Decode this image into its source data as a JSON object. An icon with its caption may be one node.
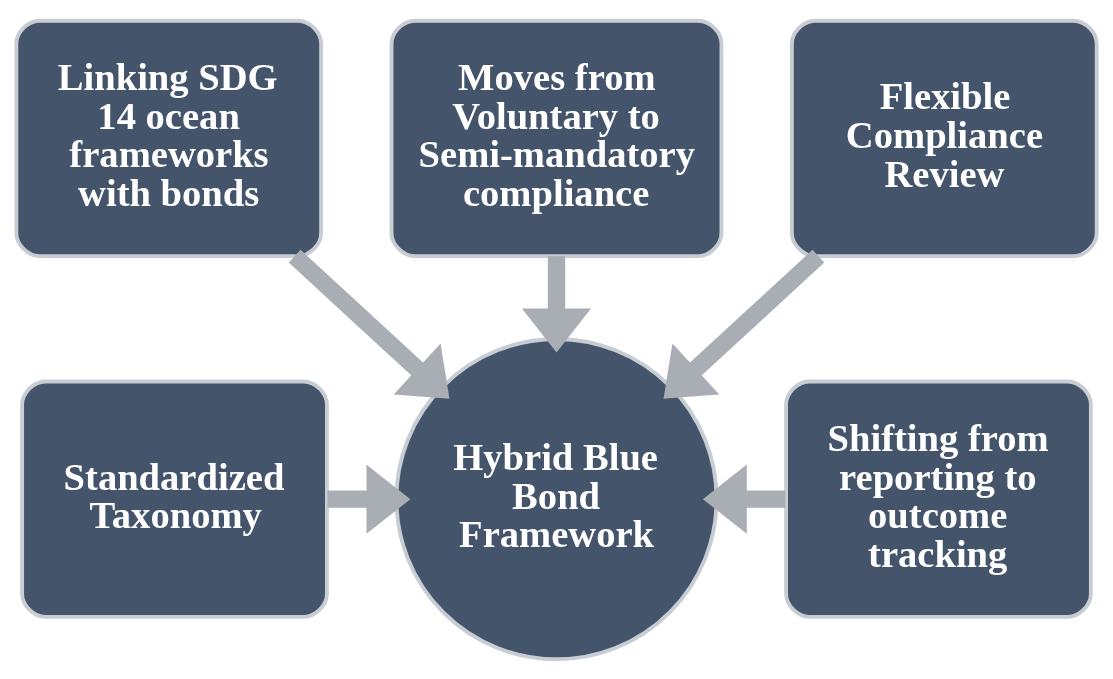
{
  "diagram": {
    "nodes": [
      {
        "text": [
          "Moves from Voluntary to Semi-mandatory compliance"
        ]
      },
      {
        "text": [
          "Linking SDG 14 ocean frameworks with bonds"
        ]
      },
      {
        "text": [
          "Flexible Compliance Review"
        ]
      },
      {
        "text": [
          "Standardized Taxonomy"
        ]
      },
      {
        "text": [
          "Hybrid Blue Bond Framework"
        ]
      },
      {
        "text": [
          "Shifting from reporting to outcome tracking"
        ]
      }
    ],
    "edges": [
      {
        "from": 0,
        "to": 4,
        "arrow": "to"
      },
      {
        "from": 1,
        "to": 4,
        "arrow": "to"
      },
      {
        "from": 2,
        "to": 4,
        "arrow": "to"
      },
      {
        "from": 3,
        "to": 4,
        "arrow": "to"
      },
      {
        "from": 5,
        "to": 4,
        "arrow": "to"
      }
    ]
  }
}
